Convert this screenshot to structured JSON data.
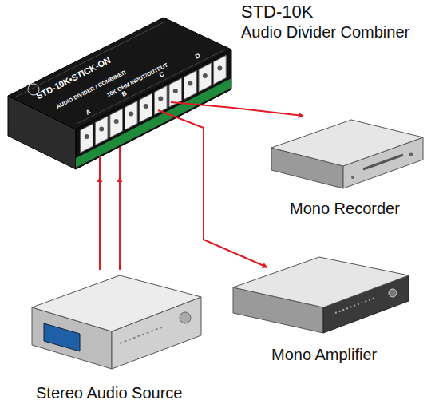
{
  "diagram": {
    "nodes": [
      {
        "text": [
          "STD-10K",
          "Audio Divider Combiner"
        ]
      },
      {
        "text": [
          "Mono Recorder"
        ]
      },
      {
        "text": [
          "Mono Amplifier"
        ]
      },
      {
        "text": [
          "Stereo Audio Source"
        ]
      }
    ],
    "edges": [
      {
        "from": 3,
        "to": 0,
        "arrow": "to"
      },
      {
        "from": 3,
        "to": 0,
        "arrow": "to"
      },
      {
        "from": 0,
        "to": 1,
        "arrow": "to"
      },
      {
        "from": 0,
        "to": 2,
        "arrow": "to"
      }
    ],
    "labels": [
      "STD-10K•STICK-ON",
      "AUDIO DIVIDER / COMBINER",
      "10K OHM INPUT/OUTPUT",
      "A",
      "B",
      "C",
      "D"
    ]
  }
}
